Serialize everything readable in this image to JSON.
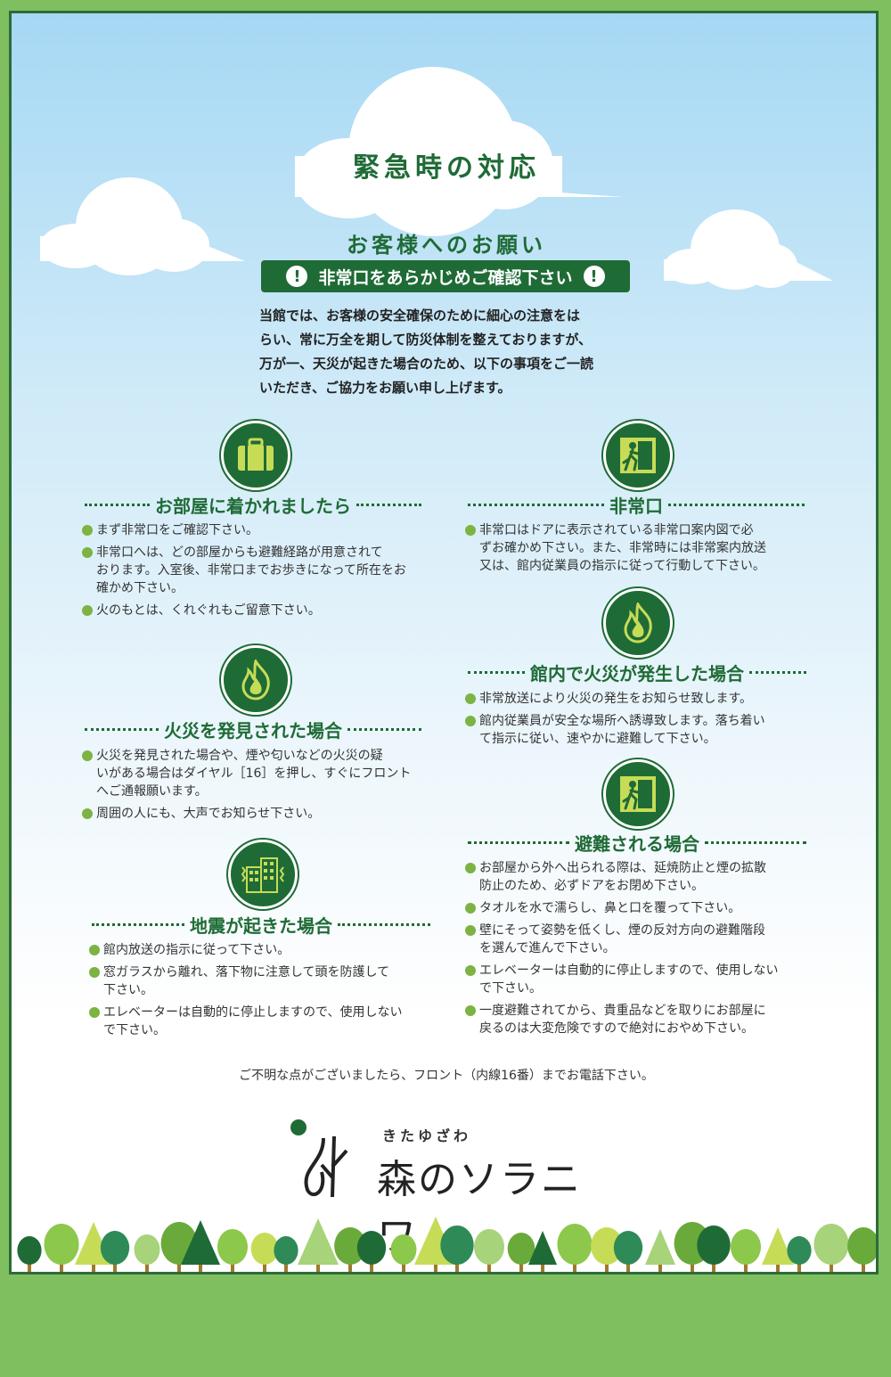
{
  "title": "緊急時の対応",
  "subtitle": "お客様へのお願い",
  "banner": "非常口をあらかじめご確認下さい",
  "banner_mark": "!",
  "intro_lines": [
    "当館では、お客様の安全確保のために細心の注意をは",
    "らい、常に万全を期して防災体制を整えておりますが、",
    "万が一、天災が起きた場合のため、以下の事項をご一読",
    "いただき、ご協力をお願い申し上げます。"
  ],
  "sections": {
    "arrival": {
      "icon": "suitcase-icon",
      "heading": "お部屋に着かれましたら",
      "items": [
        "まず非常口をご確認下さい。",
        "非常口へは、どの部屋からも避難経路が用意されて\nおります。入室後、非常口までお歩きになって所在をお\n確かめ下さい。",
        "火のもとは、くれぐれもご留意下さい。"
      ]
    },
    "fire_found": {
      "icon": "flame-icon",
      "heading": "火災を発見された場合",
      "items": [
        "火災を発見された場合や、煙や匂いなどの火災の疑\nいがある場合はダイヤル［16］を押し、すぐにフロント\nへご通報願います。",
        "周囲の人にも、大声でお知らせ下さい。"
      ]
    },
    "earthquake": {
      "icon": "building-icon",
      "heading": "地震が起きた場合",
      "items": [
        "館内放送の指示に従って下さい。",
        "窓ガラスから離れ、落下物に注意して頭を防護して\n下さい。",
        "エレベーターは自動的に停止しますので、使用しない\nで下さい。"
      ]
    },
    "exit": {
      "icon": "emergency-exit-icon",
      "heading": "非常口",
      "items": [
        "非常口はドアに表示されている非常口案内図で必\nずお確かめ下さい。また、非常時には非常案内放送\n又は、館内従業員の指示に従って行動して下さい。"
      ]
    },
    "fire_inside": {
      "icon": "flame-icon",
      "heading": "館内で火災が発生した場合",
      "items": [
        "非常放送により火災の発生をお知らせ致します。",
        "館内従業員が安全な場所へ誘導致します。落ち着い\nて指示に従い、速やかに避難して下さい。"
      ]
    },
    "evacuation": {
      "icon": "emergency-exit-icon",
      "heading": "避難される場合",
      "items": [
        "お部屋から外へ出られる際は、延焼防止と煙の拡散\n防止のため、必ずドアをお閉め下さい。",
        "タオルを水で濡らし、鼻と口を覆って下さい。",
        "壁にそって姿勢を低くし、煙の反対方向の避難階段\nを選んで進んで下さい。",
        "エレベーターは自動的に停止しますので、使用しない\nで下さい。",
        "一度避難されてから、貴重品などを取りにお部屋に\n戻るのは大変危険ですので絶対におやめ下さい。"
      ]
    }
  },
  "footer_note": "ご不明な点がございましたら、フロント（内線16番）までお電話下さい。",
  "logo": {
    "kana": "きたゆざわ",
    "name": "森のソラニワ"
  },
  "colors": {
    "primary": "#1f6b36",
    "bullet": "#7cb342",
    "border": "#7fbf60"
  }
}
